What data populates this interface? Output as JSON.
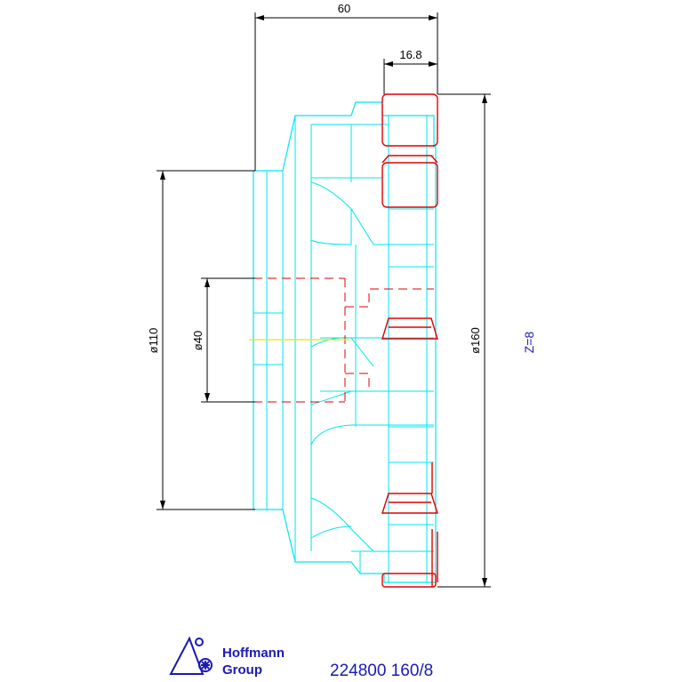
{
  "dimensions": {
    "width_total": "60",
    "width_insert": "16.8",
    "diameter_outer": "ø160",
    "diameter_hub": "ø110",
    "diameter_bore": "ø40"
  },
  "teeth": "Z=8",
  "logo": {
    "line1": "Hoffmann",
    "line2": "Group"
  },
  "part_number": "224800 160/8",
  "colors": {
    "body": "#00e5ee",
    "insert": "#e00000",
    "dimension": "#000000",
    "hidden": "#e00000",
    "centerline": "#e8e800",
    "brand": "#1a1ab4"
  }
}
